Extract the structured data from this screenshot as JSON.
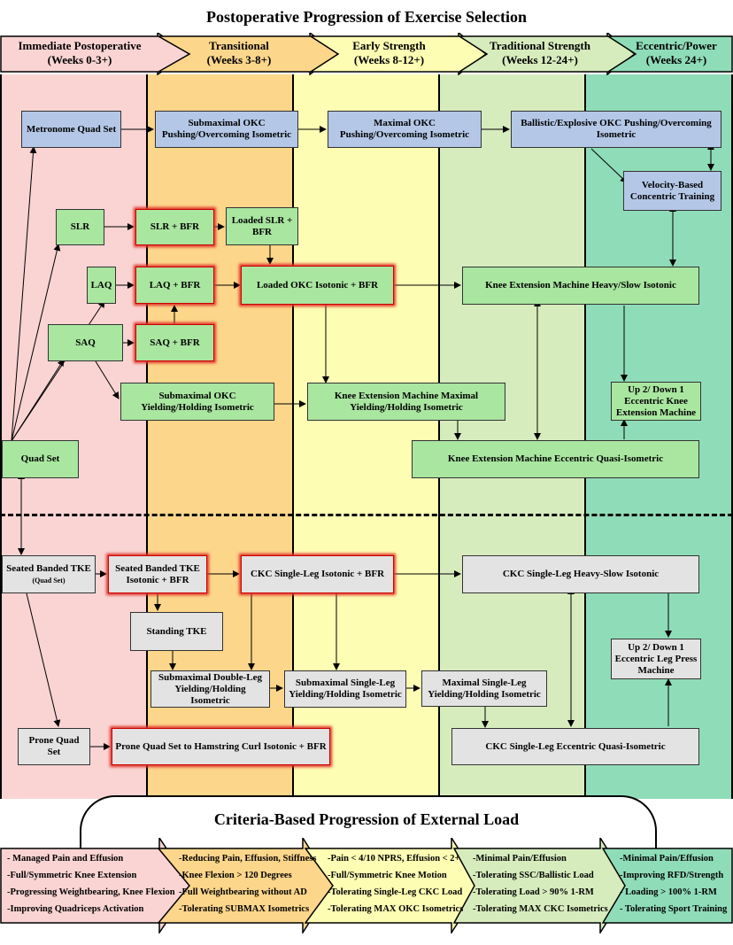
{
  "title": "Postoperative Progression of Exercise Selection",
  "phases": [
    {
      "name": "Immediate Postoperative",
      "weeks": "(Weeks 0-3+)"
    },
    {
      "name": "Transitional",
      "weeks": "(Weeks 3-8+)"
    },
    {
      "name": "Early Strength",
      "weeks": "(Weeks 8-12+)"
    },
    {
      "name": "Traditional Strength",
      "weeks": "(Weeks 12-24+)"
    },
    {
      "name": "Eccentric/Power",
      "weeks": "(Weeks 24+)"
    }
  ],
  "colors": {
    "immediate": "#f9d4d3",
    "transitional": "#fcd68a",
    "early": "#fdfdb3",
    "traditional": "#d7ecbd",
    "eccentric": "#8fdcb8",
    "blue_box": "#b4c7e7",
    "green_box": "#a9e6a0",
    "grey_box": "#e3e3e3",
    "bfr_glow": "#e0362c"
  },
  "nodes": {
    "metronome_quad_set": "Metronome Quad Set",
    "submax_okc_push": "Submaximal OKC Pushing/Overcoming Isometric",
    "max_okc_push": "Maximal OKC Pushing/Overcoming Isometric",
    "ballistic_okc": "Ballistic/Explosive OKC Pushing/Overcoming Isometric",
    "velocity_based": "Velocity-Based Concentric Training",
    "slr": "SLR",
    "slr_bfr": "SLR + BFR",
    "loaded_slr_bfr": "Loaded SLR + BFR",
    "laq": "LAQ",
    "laq_bfr": "LAQ + BFR",
    "loaded_okc_isotonic_bfr": "Loaded OKC Isotonic + BFR",
    "knee_ext_heavy_slow": "Knee Extension Machine Heavy/Slow Isotonic",
    "saq": "SAQ",
    "saq_bfr": "SAQ + BFR",
    "submax_okc_yield": "Submaximal OKC Yielding/Holding Isometric",
    "knee_ext_max_yield": "Knee Extension Machine Maximal Yielding/Holding Isometric",
    "up2_down1_knee_ext": "Up 2/ Down 1 Eccentric Knee Extension Machine",
    "quad_set": "Quad Set",
    "knee_ext_eccentric_quasi": "Knee Extension Machine Eccentric Quasi-Isometric",
    "seated_banded_tke": "Seated Banded TKE",
    "seated_banded_tke_note": "(Quad Set)",
    "seated_banded_tke_isotonic_bfr": "Seated Banded TKE Isotonic + BFR",
    "ckc_single_leg_isotonic_bfr": "CKC Single-Leg Isotonic + BFR",
    "ckc_single_leg_heavy_slow": "CKC Single-Leg Heavy-Slow Isotonic",
    "standing_tke": "Standing TKE",
    "up2_down1_leg_press": "Up 2/ Down 1 Eccentric Leg Press Machine",
    "submax_double_leg_yield": "Submaximal Double-Leg Yielding/Holding Isometric",
    "submax_single_leg_yield": "Submaximal Single-Leg Yielding/Holding Isometric",
    "max_single_leg_yield": "Maximal Single-Leg Yielding/Holding Isometric",
    "prone_quad_set": "Prone Quad Set",
    "prone_quad_set_hamstring_bfr": "Prone Quad Set to Hamstring Curl Isotonic + BFR",
    "ckc_single_leg_eccentric_quasi": "CKC Single-Leg Eccentric Quasi-Isometric"
  },
  "criteria_title": "Criteria-Based Progression of External Load",
  "criteria": [
    [
      "- Managed Pain and Effusion",
      "-Full/Symmetric Knee Extension",
      "-Progressing Weightbearing, Knee Flexion",
      "-Improving Quadriceps Activation"
    ],
    [
      "-Reducing Pain, Effusion, Stiffness",
      "-Knee Flexion > 120 Degrees",
      "-Full Weightbearing without AD",
      "-Tolerating SUBMAX Isometrics"
    ],
    [
      "-Pain < 4/10 NPRS, Effusion < 2+",
      "-Full/Symmetric Knee Motion",
      "-Tolerating Single-Leg CKC Load",
      "-Tolerating MAX OKC Isometrics"
    ],
    [
      "-Minimal Pain/Effusion",
      "-Tolerating SSC/Ballistic Load",
      "-Tolerating Load > 90% 1-RM",
      "-Tolerating MAX CKC Isometrics"
    ],
    [
      "-Minimal Pain/Effusion",
      "-Improving RFD/Strength",
      "- Loading > 100% 1-RM",
      "- Tolerating Sport Training"
    ]
  ]
}
